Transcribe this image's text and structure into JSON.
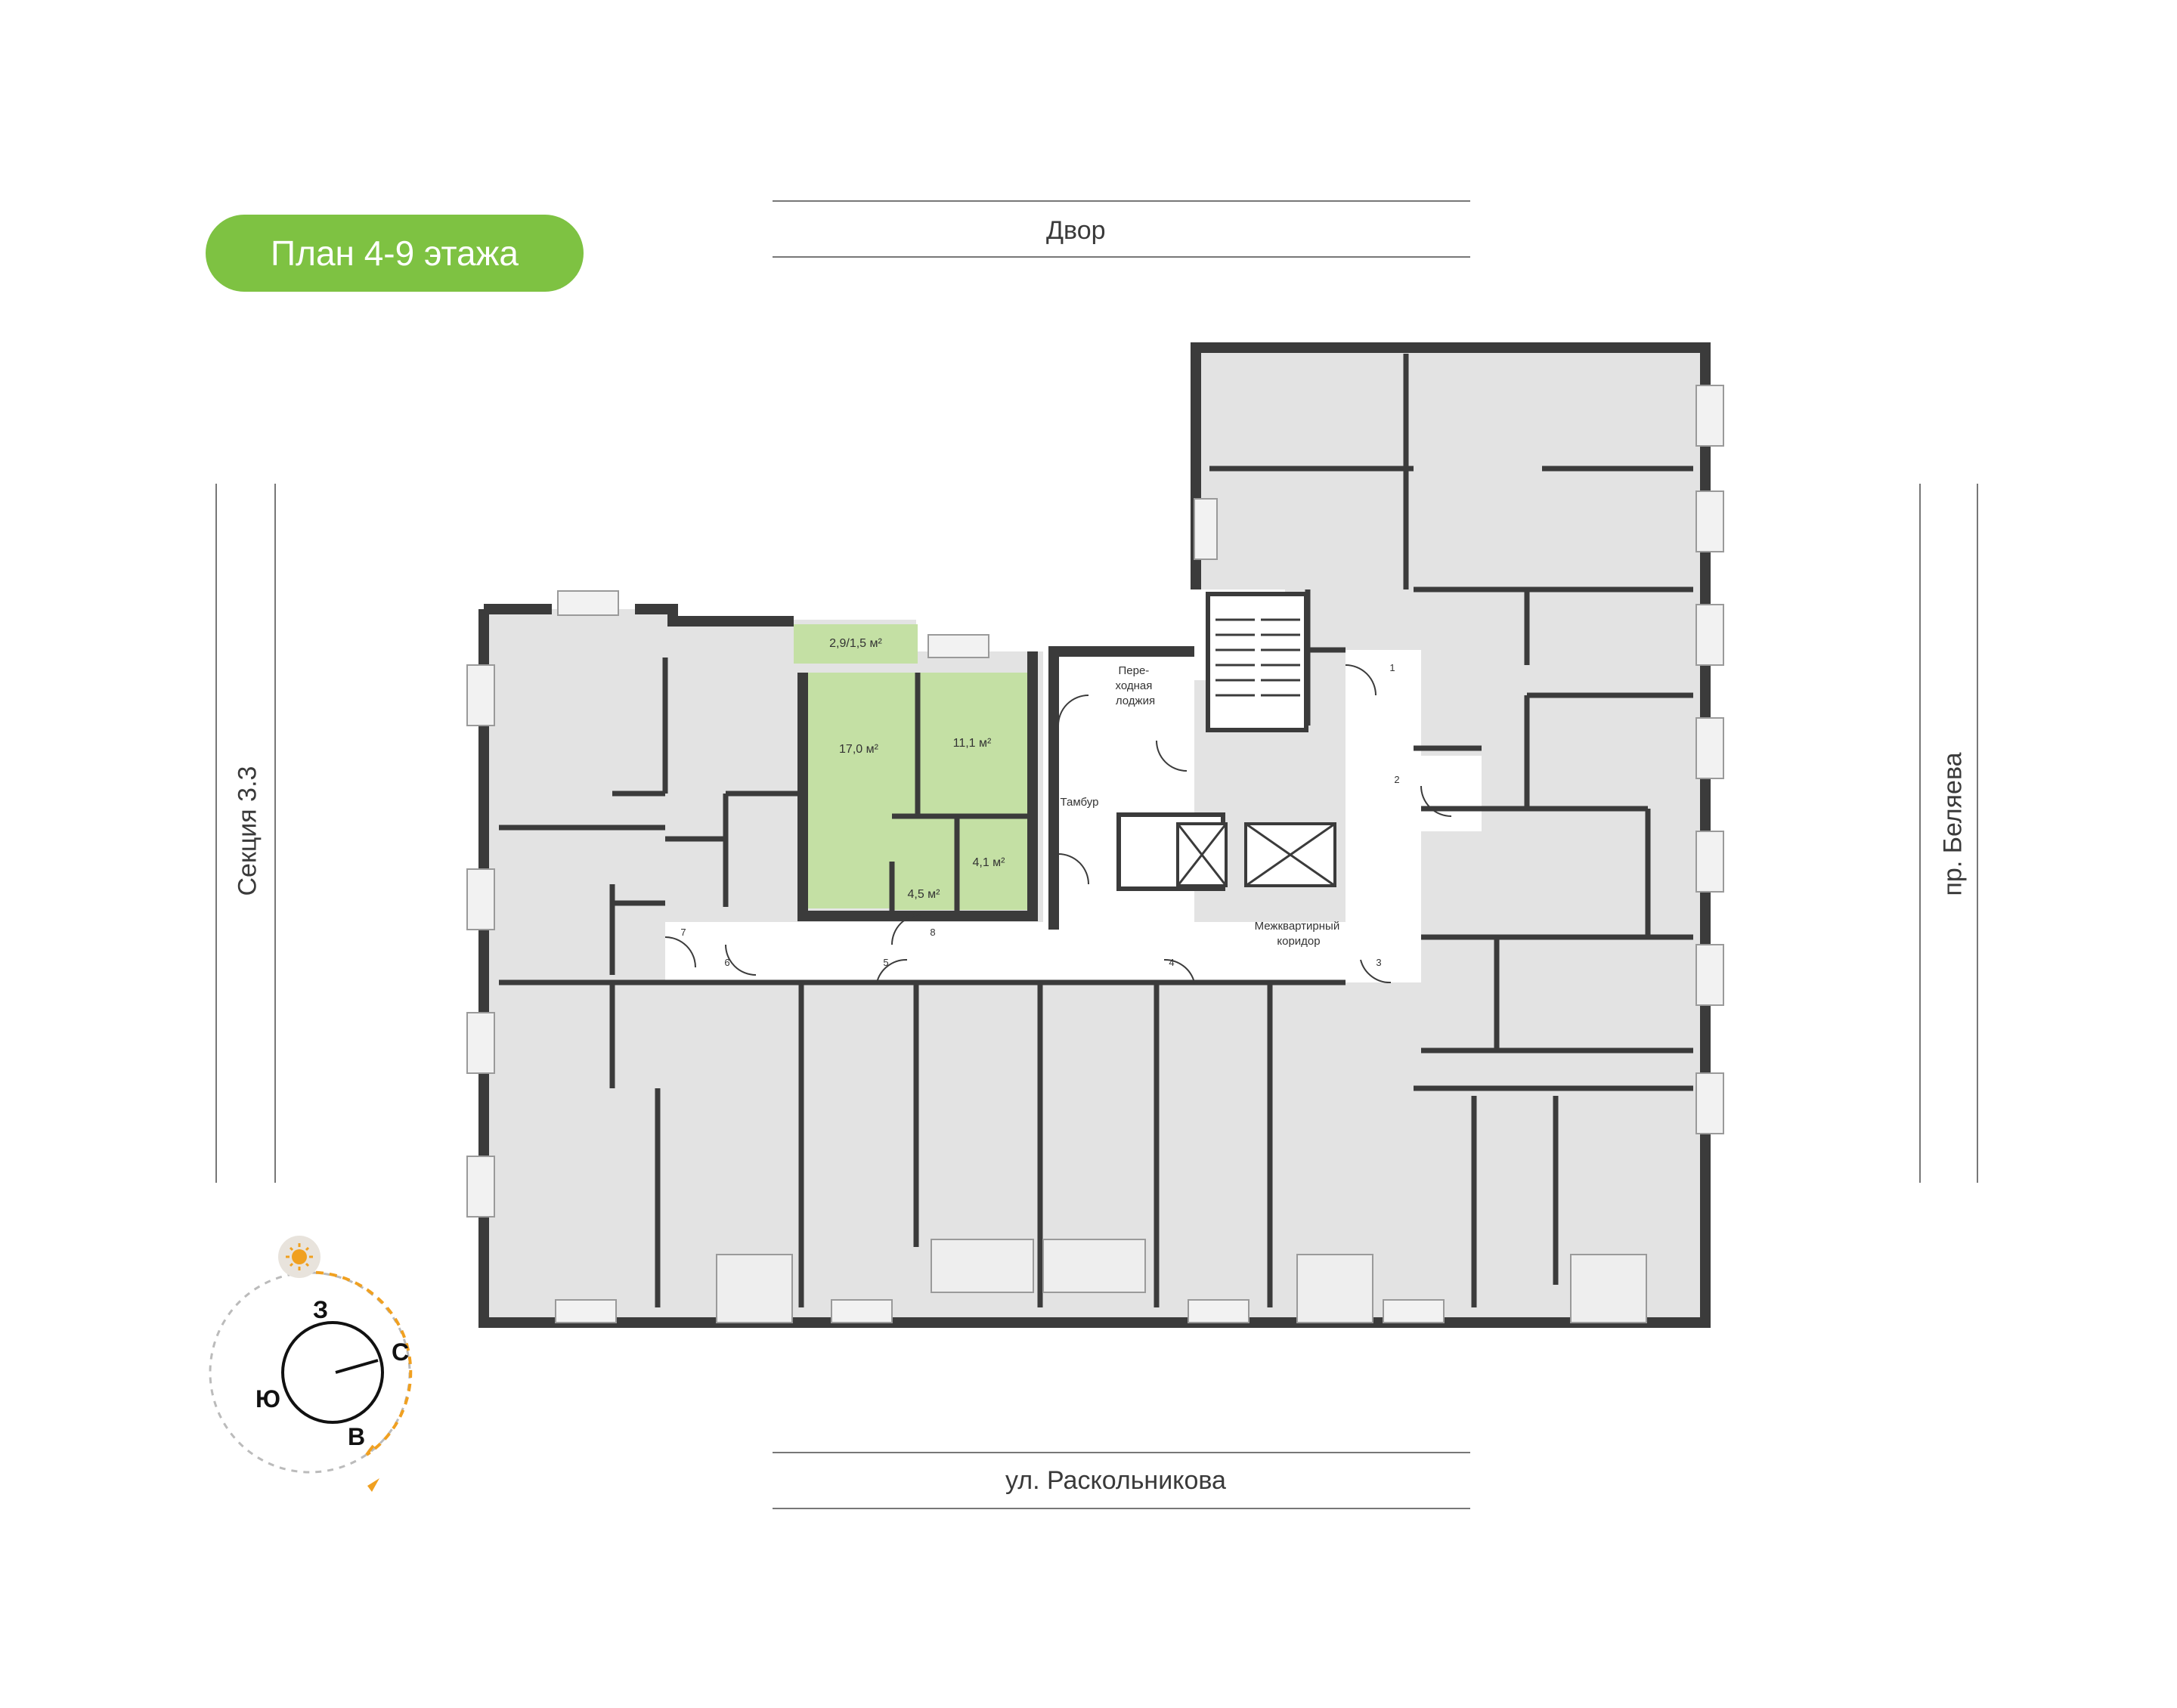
{
  "plan_title": "План 4-9 этажа",
  "streets": {
    "top": "Двор",
    "bottom": "ул. Раскольникова",
    "left": "Секция 3.3",
    "right": "пр. Беляева"
  },
  "highlighted_apartment": {
    "rooms": [
      {
        "name": "room-17",
        "area": "17,0 м²"
      },
      {
        "name": "room-11",
        "area": "11,1 м²"
      },
      {
        "name": "hall",
        "area": "4,5 м²"
      },
      {
        "name": "bathroom",
        "area": "4,1 м²"
      },
      {
        "name": "loggia",
        "area": "2,9/1,5 м²"
      }
    ]
  },
  "common_areas": {
    "loggia": "Пере-\nходная\nлоджия",
    "vestibule": "Тамбур",
    "corridor": "Межквартирный\nкоридор"
  },
  "door_numbers": [
    "1",
    "2",
    "3",
    "4",
    "5",
    "6",
    "7",
    "8"
  ],
  "compass": {
    "n": "С",
    "s": "Ю",
    "e": "В",
    "w": "З"
  },
  "colors": {
    "accent": "#7ec242",
    "apartment_fill": "#c4e0a4",
    "room_fill": "#e1e1e1",
    "wall": "#3b3b3b",
    "sun_path": "#f0a020"
  }
}
